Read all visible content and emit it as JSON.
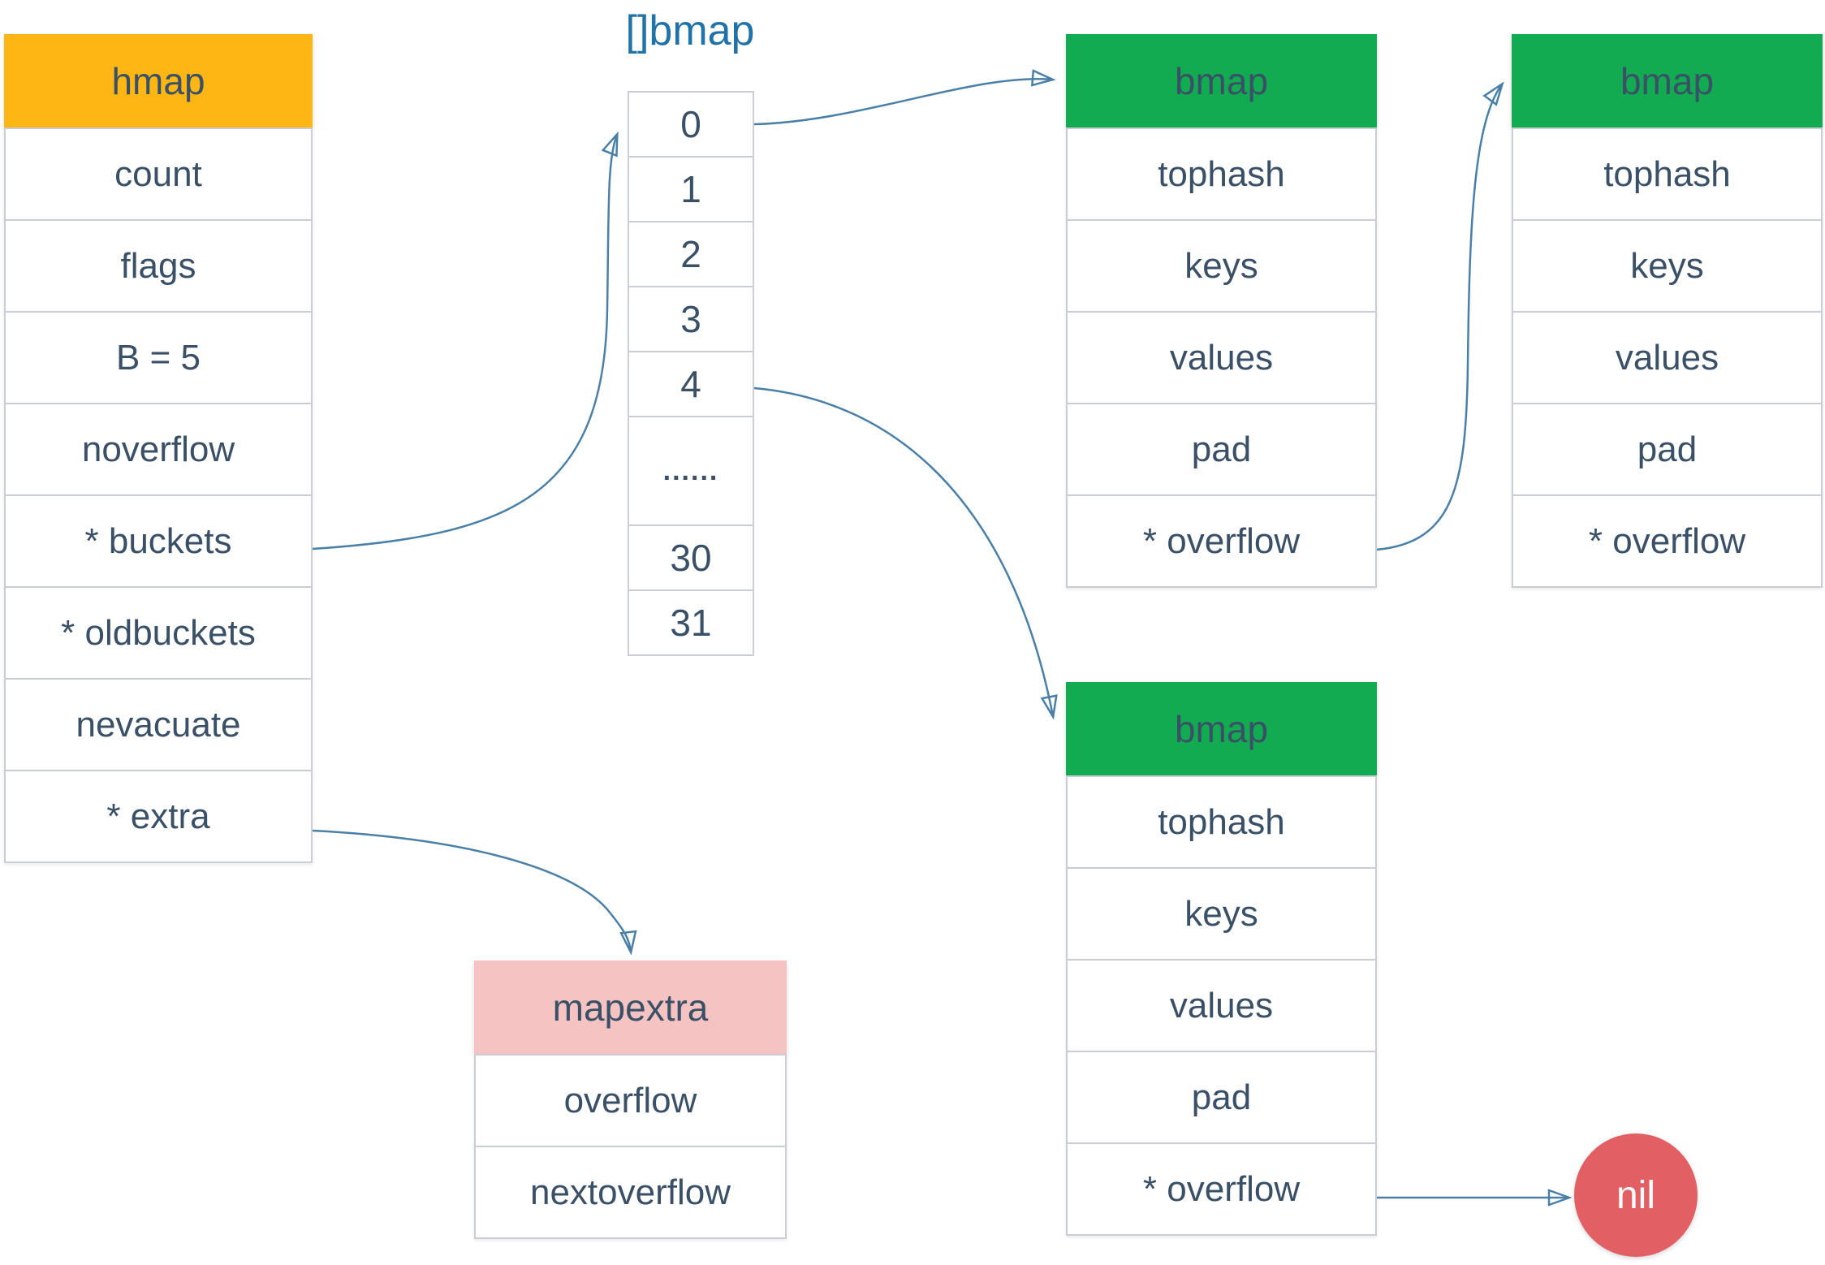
{
  "title": "[]bmap",
  "colors": {
    "orange": "#FDB614",
    "green": "#12AB51",
    "pink": "#F5C3C2",
    "red": "#E25F63",
    "arrow": "#4A80A8",
    "arrow-head": "#1C648E",
    "text": "#3A5066",
    "title-blue": "#2173A7",
    "border": "#C9CED5",
    "cell-bg": "#FFFFFF"
  },
  "tables": {
    "hmap": {
      "header": "hmap",
      "rows": [
        "count",
        "flags",
        "B = 5",
        "noverflow",
        "* buckets",
        "* oldbuckets",
        "nevacuate",
        "* extra"
      ]
    },
    "bucket_array": {
      "title": "[]bmap",
      "cells": [
        "0",
        "1",
        "2",
        "3",
        "4",
        "......",
        "30",
        "31"
      ]
    },
    "bmap_top": {
      "header": "bmap",
      "rows": [
        "tophash",
        "keys",
        "values",
        "pad",
        "* overflow"
      ]
    },
    "bmap_overflow": {
      "header": "bmap",
      "rows": [
        "tophash",
        "keys",
        "values",
        "pad",
        "* overflow"
      ]
    },
    "bmap_bottom": {
      "header": "bmap",
      "rows": [
        "tophash",
        "keys",
        "values",
        "pad",
        "* overflow"
      ]
    },
    "mapextra": {
      "header": "mapextra",
      "rows": [
        "overflow",
        "nextoverflow"
      ]
    }
  },
  "nil_label": "nil"
}
